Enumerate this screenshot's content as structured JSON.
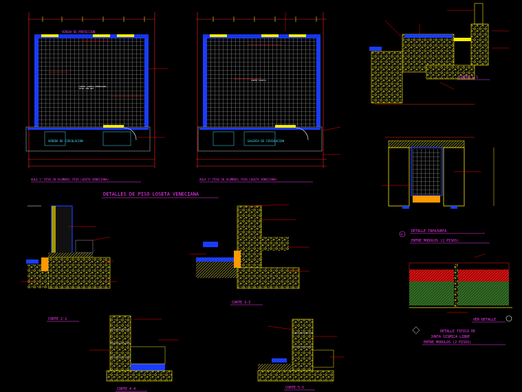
{
  "section_title": "DETALLES  DE  PISO  LOSETA  VENECIANA",
  "plans": [
    {
      "caption": "AULA 1° PISO 30 ALUMNOS( PISO LOSETA VENECIANA)"
    },
    {
      "caption": "AULA 2° PISO 30 ALUMNOS( PISO LOSETA VENECIANA)"
    }
  ],
  "cortes": {
    "c11": "CORTE 1-1",
    "c22": "CORTE 2-2",
    "c33": "CORTE 3-3",
    "c44": "CORTE 4-4",
    "c55": "CORTE 5-5"
  },
  "tapajunta": {
    "title": "DETALLE TAPAJUNTA",
    "subtitle": "ENTRE MODULOS (2 PISOS)",
    "marker": "A"
  },
  "junta": {
    "title_line1": "DETALLE TIPICO DE",
    "title_line2": "JUNTA SISMICA LIBRE",
    "title_line3": "ENTRE MODULOS (2 PISOS)",
    "ref": "VER DETALLE"
  },
  "colors": {
    "background": "#000000",
    "grid": "#d9d9d9",
    "wall_blue": "#1a3cff",
    "concrete_yellow": "#ffee00",
    "gravel_yellow": "#e8e000",
    "label_magenta": "#ff3cff",
    "dim_red": "#ff2020",
    "text_cyan": "#40e0ff",
    "leader_red": "#ff0000",
    "fill_orange": "#ff9900"
  }
}
